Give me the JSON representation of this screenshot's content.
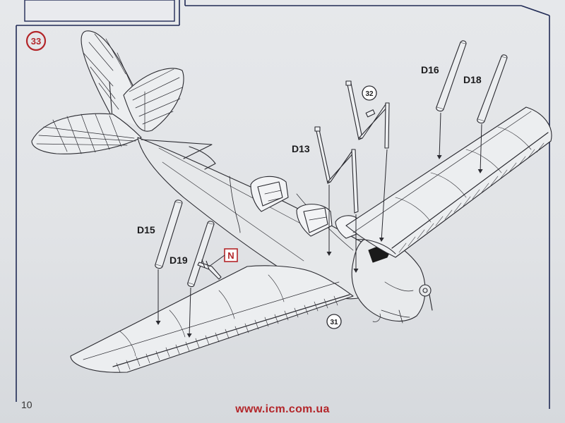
{
  "step": {
    "number": "33",
    "color": "#b3262a"
  },
  "callouts": {
    "ref_32": "32",
    "ref_31": "31",
    "part_d13": "D13",
    "part_d15": "D15",
    "part_d16": "D16",
    "part_d18": "D18",
    "part_d19": "D19",
    "paint_n": "N"
  },
  "footer": {
    "page_number": "10",
    "website": "www.icm.com.ua"
  },
  "colors": {
    "line": "#2a2a30",
    "accent_red": "#b3262a",
    "frame": "#202a55"
  }
}
